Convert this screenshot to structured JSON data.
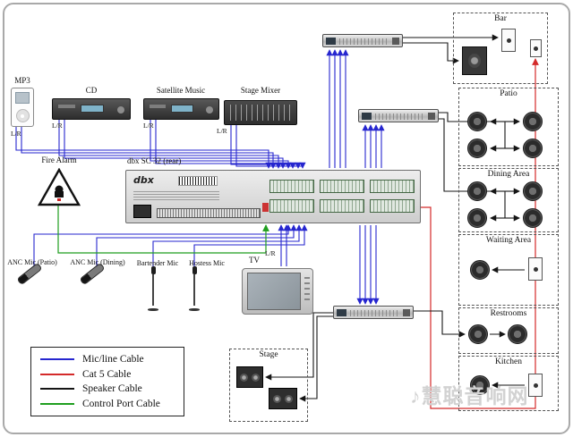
{
  "sources": [
    {
      "label": "MP3",
      "port": "L/R"
    },
    {
      "label": "CD",
      "port": "L/R"
    },
    {
      "label": "Satellite Music",
      "port": "L/R"
    },
    {
      "label": "Stage Mixer",
      "port": "L/R"
    }
  ],
  "fire_alarm": {
    "label": "Fire Alarm"
  },
  "processor": {
    "label": "dbx SC 32 (rear)",
    "logo": "dbx"
  },
  "mics": [
    {
      "label": "ANC Mic (Patio)"
    },
    {
      "label": "ANC Mic (Dining)"
    },
    {
      "label": "Bartender Mic"
    },
    {
      "label": "Hostess Mic"
    }
  ],
  "tv": {
    "label": "TV",
    "port": "L/R"
  },
  "zones": [
    {
      "label": "Bar"
    },
    {
      "label": "Patio"
    },
    {
      "label": "Dining Area"
    },
    {
      "label": "Waiting Area"
    },
    {
      "label": "Restrooms"
    },
    {
      "label": "Kitchen"
    }
  ],
  "stage": {
    "label": "Stage"
  },
  "legend": {
    "items": [
      {
        "label": "Mic/line Cable",
        "color": "#2626cf"
      },
      {
        "label": "Cat 5 Cable",
        "color": "#d42a2a"
      },
      {
        "label": "Speaker Cable",
        "color": "#151515"
      },
      {
        "label": "Control Port Cable",
        "color": "#1f9e1f"
      }
    ]
  },
  "watermark": {
    "text": "♪慧聪音响网"
  }
}
